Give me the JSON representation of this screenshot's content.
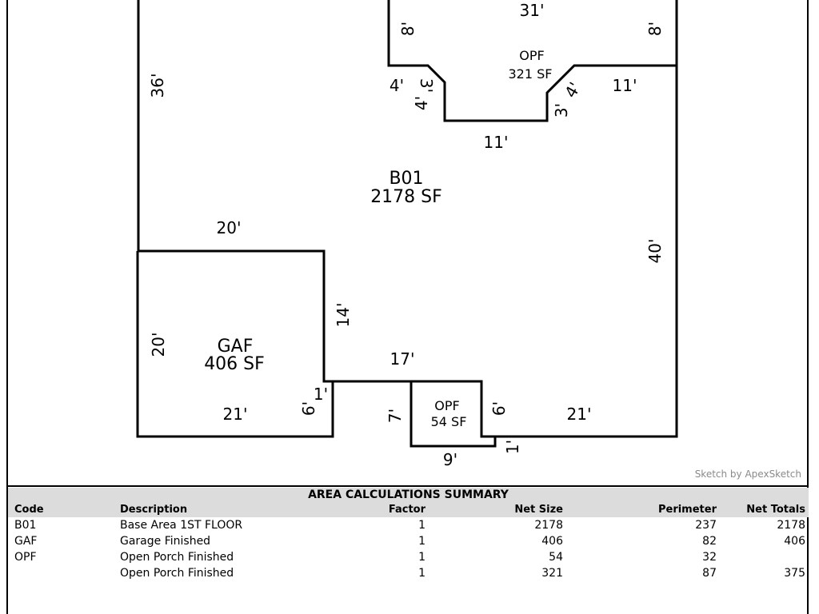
{
  "sketch": {
    "credit": "Sketch by ApexSketch",
    "areas": {
      "b01": {
        "code": "B01",
        "size": "2178 SF"
      },
      "gaf": {
        "code": "GAF",
        "size": "406 SF"
      },
      "opf_top": {
        "code": "OPF",
        "size": "321 SF"
      },
      "opf_bottom": {
        "code": "OPF",
        "size": "54 SF"
      }
    },
    "dimensions": {
      "top_31": "31'",
      "left_8": "8'",
      "right_8": "8'",
      "left_4": "4'",
      "left_3": "3'",
      "left_4_diag": "4'",
      "right_3": "3'",
      "right_4": "4'",
      "right_11": "11'",
      "bottom_11": "11'",
      "west_36": "36'",
      "east_40": "40'",
      "gar_20_top": "20'",
      "gar_20_side": "20'",
      "gar_14": "14'",
      "gar_21": "21'",
      "gar_6": "6'",
      "gar_1": "1'",
      "porch_17": "17'",
      "porch_7": "7'",
      "porch_6": "6'",
      "porch_9": "9'",
      "porch_1": "1'",
      "east_21": "21'"
    }
  },
  "summary": {
    "title": "AREA CALCULATIONS SUMMARY",
    "headers": {
      "code": "Code",
      "description": "Description",
      "factor": "Factor",
      "net_size": "Net Size",
      "perimeter": "Perimeter",
      "net_totals": "Net Totals"
    },
    "rows": [
      {
        "code": "B01",
        "description": "Base Area 1ST FLOOR",
        "factor": "1",
        "net_size": "2178",
        "perimeter": "237",
        "net_totals": "2178"
      },
      {
        "code": "GAF",
        "description": "Garage Finished",
        "factor": "1",
        "net_size": "406",
        "perimeter": "82",
        "net_totals": "406"
      },
      {
        "code": "OPF",
        "description": "Open Porch Finished",
        "factor": "1",
        "net_size": "54",
        "perimeter": "32",
        "net_totals": ""
      },
      {
        "code": "",
        "description": "Open Porch Finished",
        "factor": "1",
        "net_size": "321",
        "perimeter": "87",
        "net_totals": "375"
      }
    ]
  }
}
